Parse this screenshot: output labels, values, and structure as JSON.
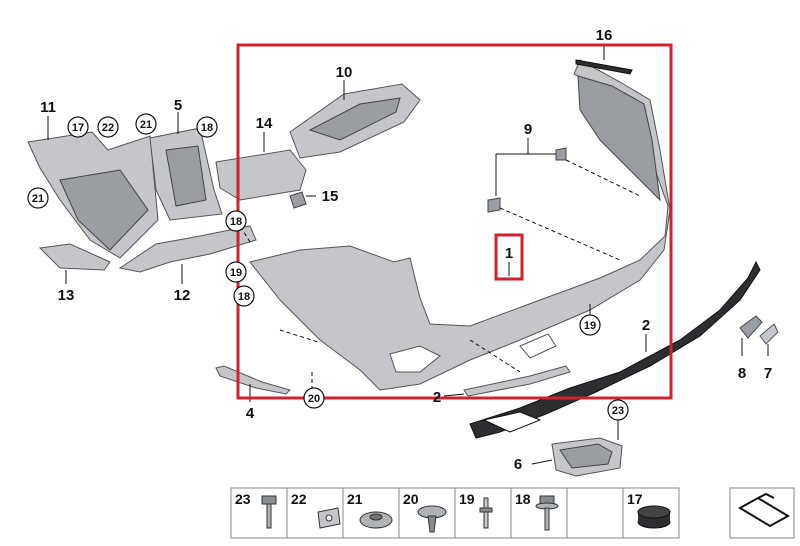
{
  "callouts": {
    "c1": "1",
    "c2a": "2",
    "c2b": "2",
    "c4": "4",
    "c5": "5",
    "c6": "6",
    "c7": "7",
    "c8": "8",
    "c9": "9",
    "c10": "10",
    "c11": "11",
    "c12": "12",
    "c13": "13",
    "c14": "14",
    "c15": "15",
    "c16": "16",
    "c17": "17",
    "c18a": "18",
    "c18b": "18",
    "c18c": "18",
    "c19a": "19",
    "c19b": "19",
    "c20": "20",
    "c21a": "21",
    "c21b": "21",
    "c22": "22",
    "c23": "23"
  },
  "legend": [
    "23",
    "22",
    "21",
    "20",
    "19",
    "18",
    "17"
  ],
  "colors": {
    "highlight": "#d1202f",
    "part": "#c4c6c9",
    "trim": "#2e2e30"
  }
}
